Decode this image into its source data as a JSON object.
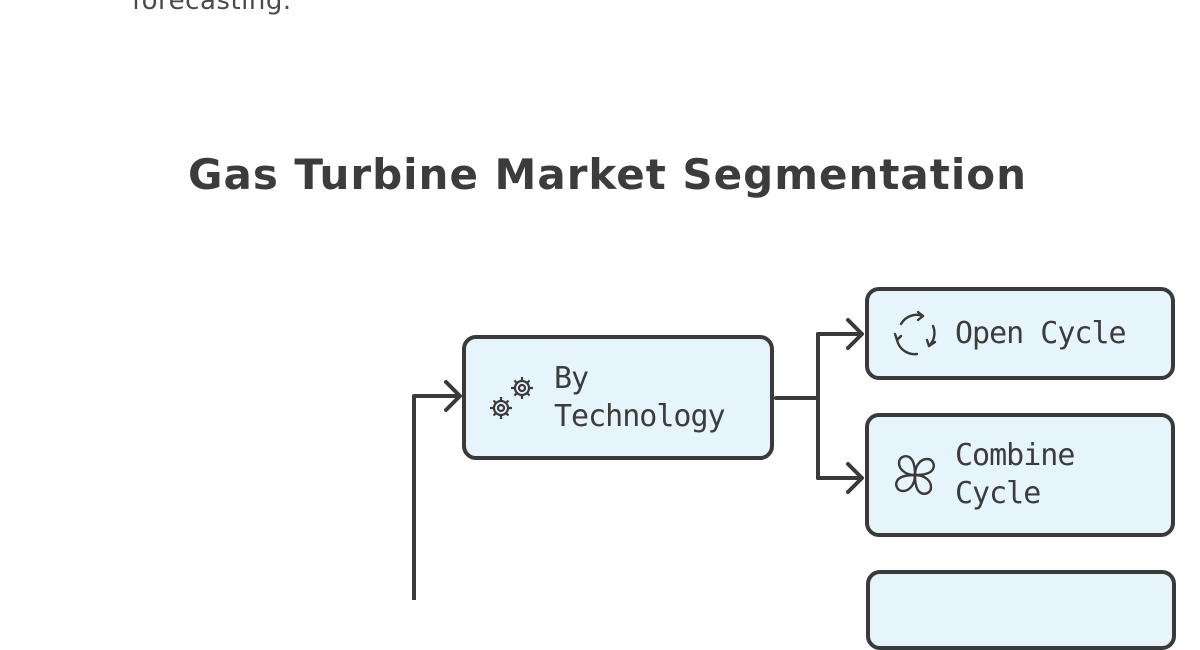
{
  "page": {
    "top_text": "forecasting.",
    "title": "Gas Turbine Market Segmentation"
  },
  "diagram": {
    "by_technology": {
      "label_line1": "By",
      "label_line2": "Technology",
      "icon": "gears-icon"
    },
    "open_cycle": {
      "label": "Open Cycle",
      "icon": "cycle-arrows-icon"
    },
    "combine_cycle": {
      "label_line1": "Combine",
      "label_line2": "Cycle",
      "icon": "interlinked-loops-icon"
    }
  },
  "colors": {
    "node_fill": "#e6f5fc",
    "stroke": "#3a3a3a",
    "text": "#3c3c3c"
  }
}
